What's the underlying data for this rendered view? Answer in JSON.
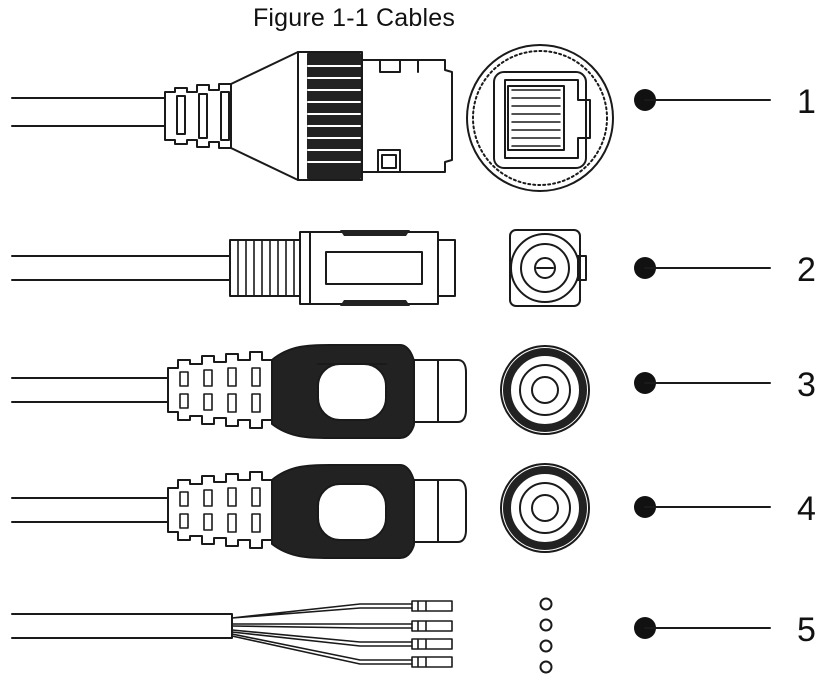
{
  "figure": {
    "title": "Figure 1-1 Cables"
  },
  "callouts": [
    {
      "label": "1",
      "depicts": "rj45-network-connector"
    },
    {
      "label": "2",
      "depicts": "dc-power-jack"
    },
    {
      "label": "3",
      "depicts": "rca-connector"
    },
    {
      "label": "4",
      "depicts": "rca-connector"
    },
    {
      "label": "5",
      "depicts": "four-wire-bare-leads"
    }
  ],
  "colors": {
    "stroke": "#1a1a1a",
    "fill_dark": "#222222",
    "fill_white": "#ffffff"
  }
}
